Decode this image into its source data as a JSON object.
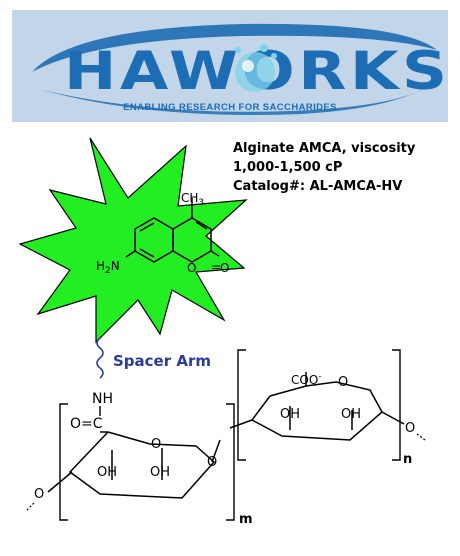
{
  "brand": {
    "logo_text": "HAWORKS",
    "tagline": "ENABLING RESEARCH FOR SACCHARIDES",
    "colors": {
      "banner_bg": "#c3d5e8",
      "brand_blue": "#1d6db4",
      "splash": "#7fd3ec"
    }
  },
  "product": {
    "line1": "Alginate AMCA, viscosity",
    "line2": "1,000-1,500 cP",
    "line3": "Catalog#: AL-AMCA-HV"
  },
  "structure": {
    "fluorophore_color": "#22ee22",
    "label_ch3": "CH",
    "label_ch3_sub": "3",
    "label_h2n": "H",
    "label_h2n_sub": "2",
    "label_h2n_n": "N",
    "label_o_ring": "O",
    "label_o_keto": "O",
    "spacer_label": "Spacer Arm",
    "spacer_color": "#2b3b9a",
    "label_nh": "NH",
    "label_oeq": "O=C",
    "label_ring_o_left": "O",
    "label_oh_left_1": "OH",
    "label_oh_left_2": "OH",
    "label_glyco_o": "O",
    "label_coo": "COO",
    "label_coo_charge": "-",
    "label_ring_o_right": "O",
    "label_oh_right_1": "OH",
    "label_oh_right_2": "OH",
    "label_o_end_right": "O",
    "label_o_end_left": "O",
    "subscript_m": "m",
    "subscript_n": "n"
  }
}
